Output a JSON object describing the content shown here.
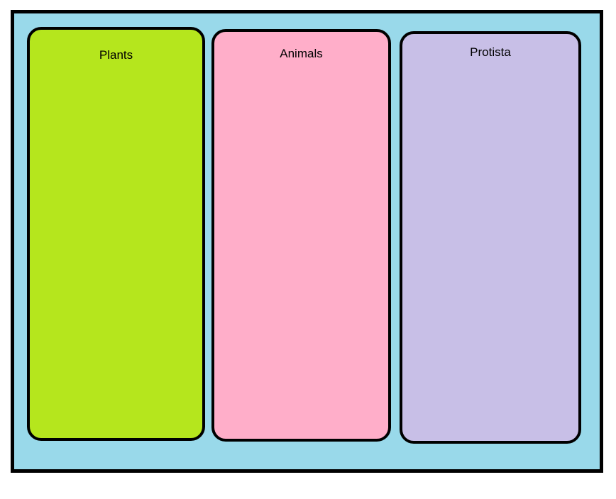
{
  "diagram": {
    "background_color": "#99D9EA",
    "frame_border_color": "#000000",
    "box_border_color": "#000000",
    "text_color": "#000000",
    "columns": [
      {
        "label": "Plants",
        "fill": "#B5E61D"
      },
      {
        "label": "Animals",
        "fill": "#FFAEC9"
      },
      {
        "label": "Protista",
        "fill": "#C8BFE7"
      }
    ]
  }
}
